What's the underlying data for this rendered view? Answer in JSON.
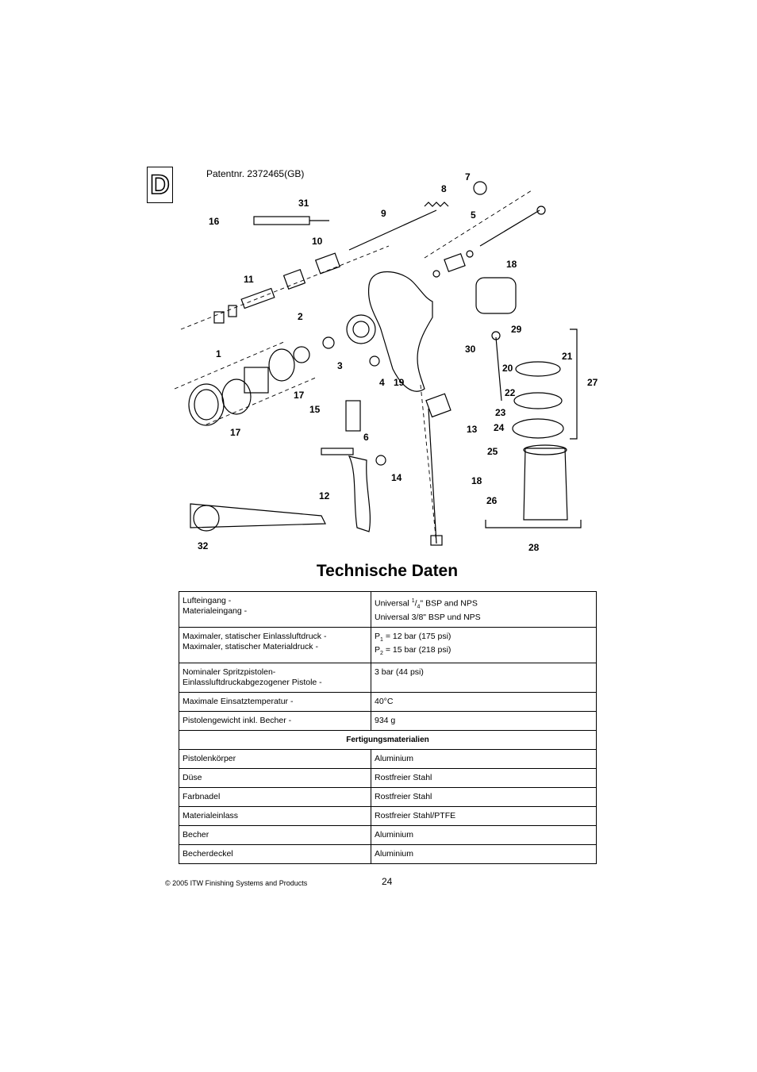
{
  "language_tab": "D",
  "patent": "Patentnr. 2372465(GB)",
  "diagram_labels": {
    "l1": "1",
    "l2": "2",
    "l3": "3",
    "l4": "4",
    "l5": "5",
    "l6": "6",
    "l7": "7",
    "l8": "8",
    "l9": "9",
    "l10": "10",
    "l11": "11",
    "l12": "12",
    "l13": "13",
    "l14": "14",
    "l15": "15",
    "l16": "16",
    "l17a": "17",
    "l17b": "17",
    "l18a": "18",
    "l18b": "18",
    "l19": "19",
    "l20": "20",
    "l21": "21",
    "l22": "22",
    "l23": "23",
    "l24": "24",
    "l25": "25",
    "l26": "26",
    "l27": "27",
    "l28": "28",
    "l29": "29",
    "l30": "30",
    "l31": "31",
    "l32": "32"
  },
  "heading": "Technische Daten",
  "specs": {
    "row1": {
      "label1": "Lufteingang -",
      "label2": "Materialeingang -",
      "v1_pre": "Universal ",
      "v1_sup": "1",
      "v1_sub": "4",
      "v1_post": "\" BSP and NPS",
      "v2": "Universal 3/8\" BSP und NPS"
    },
    "row2": {
      "label1": "Maximaler, statischer Einlassluftdruck -",
      "label2": "Maximaler, statischer Materialdruck -",
      "p1": "P",
      "p1_sub": "1",
      "p1_rest": " = 12 bar (175 psi)",
      "p2": "P",
      "p2_sub": "2",
      "p2_rest": " = 15 bar (218 psi)"
    },
    "row3": {
      "label1": "Nominaler Spritzpistolen-",
      "label2": "Einlassluftdruckabgezogener Pistole -",
      "value": "3 bar (44 psi)"
    },
    "row4": {
      "label": "Maximale Einsatztemperatur -",
      "value": "40°C"
    },
    "row5": {
      "label": "Pistolengewicht inkl. Becher -",
      "value": "934 g"
    }
  },
  "materials_header": "Fertigungsmaterialien",
  "materials": [
    {
      "part": "Pistolenkörper",
      "material": "Aluminium"
    },
    {
      "part": "Düse",
      "material": "Rostfreier Stahl"
    },
    {
      "part": "Farbnadel",
      "material": "Rostfreier Stahl"
    },
    {
      "part": "Materialeinlass",
      "material": "Rostfreier Stahl/PTFE"
    },
    {
      "part": "Becher",
      "material": "Aluminium"
    },
    {
      "part": "Becherdeckel",
      "material": "Aluminium"
    }
  ],
  "footer": "© 2005  ITW Finishing Systems and Products",
  "page_number": "24"
}
